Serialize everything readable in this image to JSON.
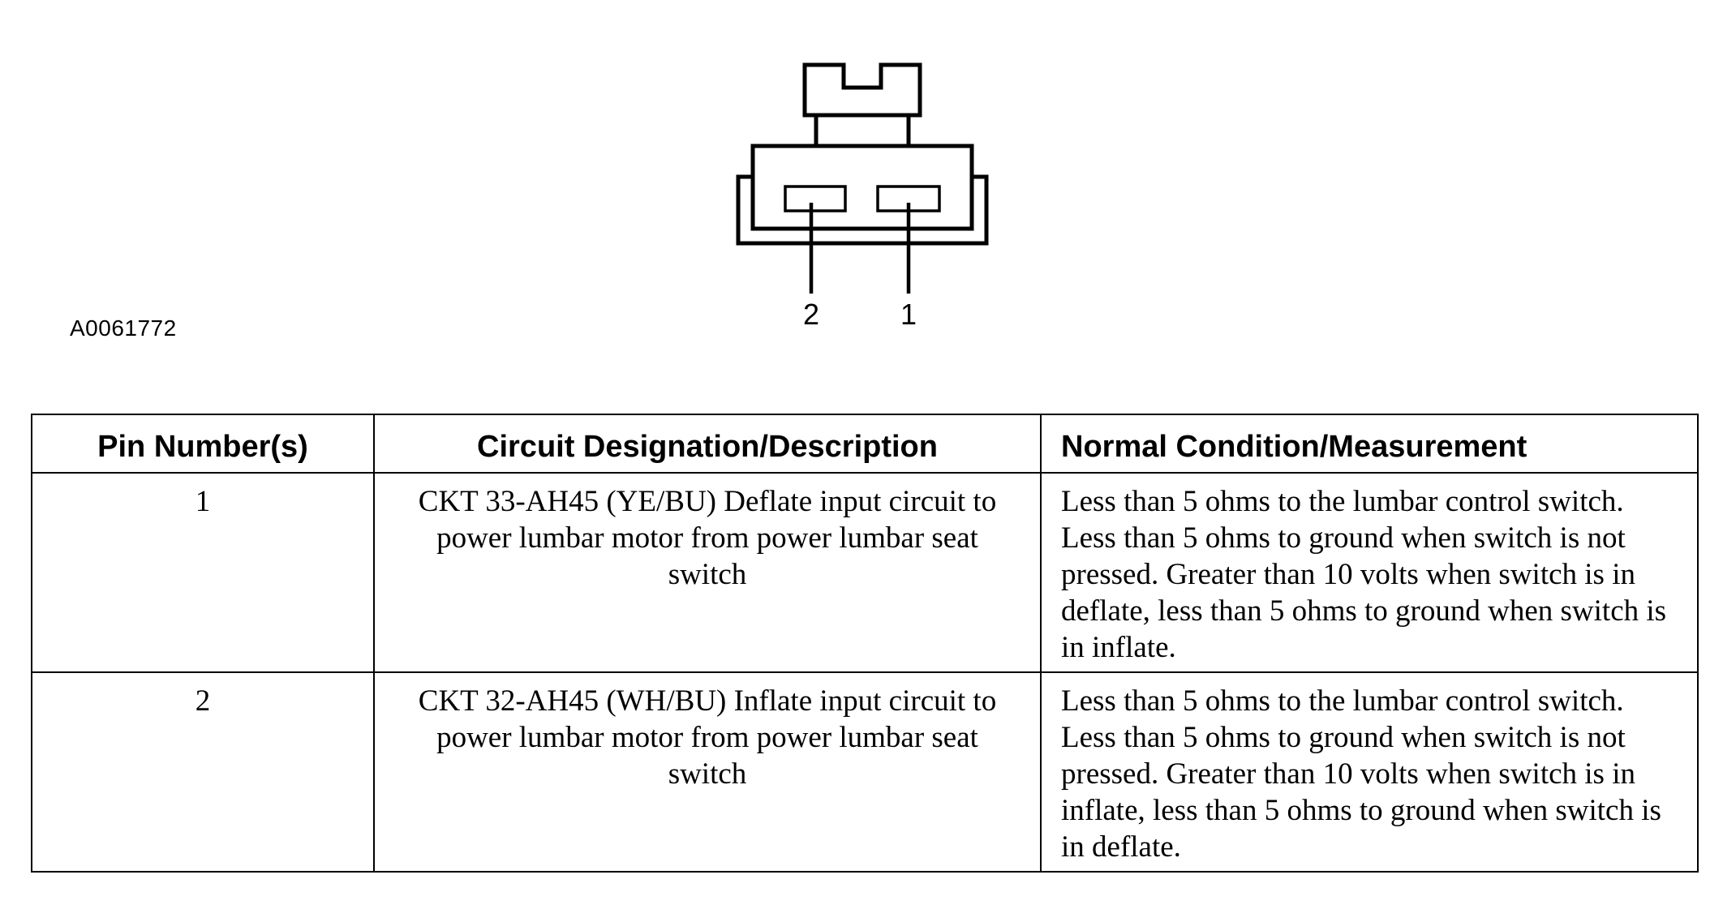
{
  "figure": {
    "id": "A0061772",
    "pin_labels": [
      "2",
      "1"
    ]
  },
  "table": {
    "headers": {
      "pin": "Pin Number(s)",
      "circuit": "Circuit Designation/Description",
      "measurement": "Normal Condition/Measurement"
    },
    "rows": [
      {
        "pin": "1",
        "circuit": "CKT 33-AH45 (YE/BU) Deflate input circuit to power lumbar motor from power lumbar seat switch",
        "measurement": "Less than 5 ohms to the lumbar control switch. Less than 5 ohms to ground when switch is not pressed. Greater than 10 volts when switch is in deflate, less than 5 ohms to ground when switch is in inflate."
      },
      {
        "pin": "2",
        "circuit": "CKT 32-AH45 (WH/BU) Inflate input circuit to power lumbar motor from power lumbar seat switch",
        "measurement": "Less than 5 ohms to the lumbar control switch. Less than 5 ohms to ground when switch is not pressed. Greater than 10 volts when switch is in inflate, less than 5 ohms to ground when switch is in deflate."
      }
    ]
  }
}
